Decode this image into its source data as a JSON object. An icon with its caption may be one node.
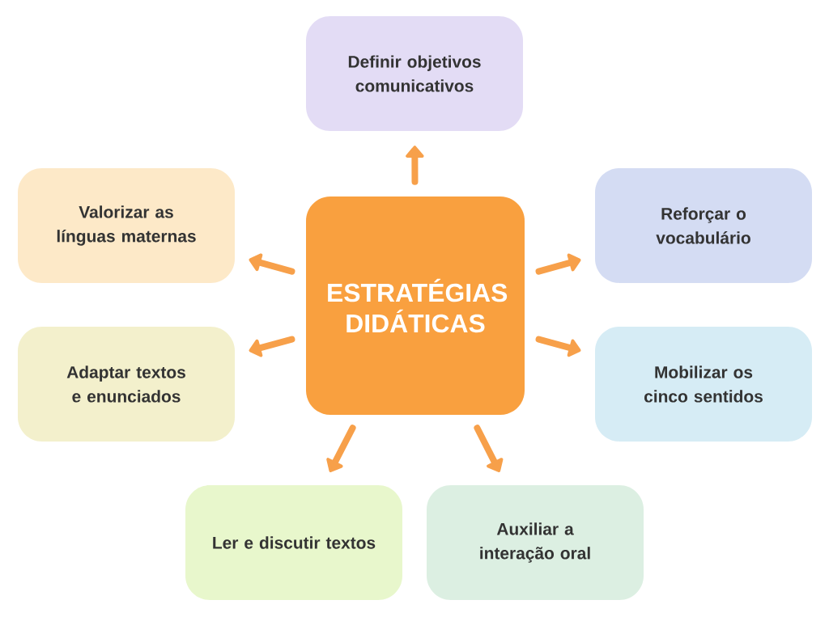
{
  "diagram": {
    "nodes": [
      {
        "text": [
          "ESTRATÉGIAS DIDÁTICAS"
        ]
      },
      {
        "text": [
          "Definir objetivos comunicativos"
        ]
      },
      {
        "text": [
          "Reforçar o vocabulário"
        ]
      },
      {
        "text": [
          "Mobilizar os cinco sentidos"
        ]
      },
      {
        "text": [
          "Auxiliar a interação oral"
        ]
      },
      {
        "text": [
          "Ler e discutir textos"
        ]
      },
      {
        "text": [
          "Adaptar textos e enunciados"
        ]
      },
      {
        "text": [
          "Valorizar as línguas maternas"
        ]
      }
    ],
    "edges": [
      {
        "from": 0,
        "to": 1,
        "arrow": "to"
      },
      {
        "from": 0,
        "to": 2,
        "arrow": "to"
      },
      {
        "from": 0,
        "to": 3,
        "arrow": "to"
      },
      {
        "from": 0,
        "to": 4,
        "arrow": "to"
      },
      {
        "from": 0,
        "to": 5,
        "arrow": "to"
      },
      {
        "from": 0,
        "to": 6,
        "arrow": "to"
      },
      {
        "from": 0,
        "to": 7,
        "arrow": "to"
      }
    ]
  }
}
